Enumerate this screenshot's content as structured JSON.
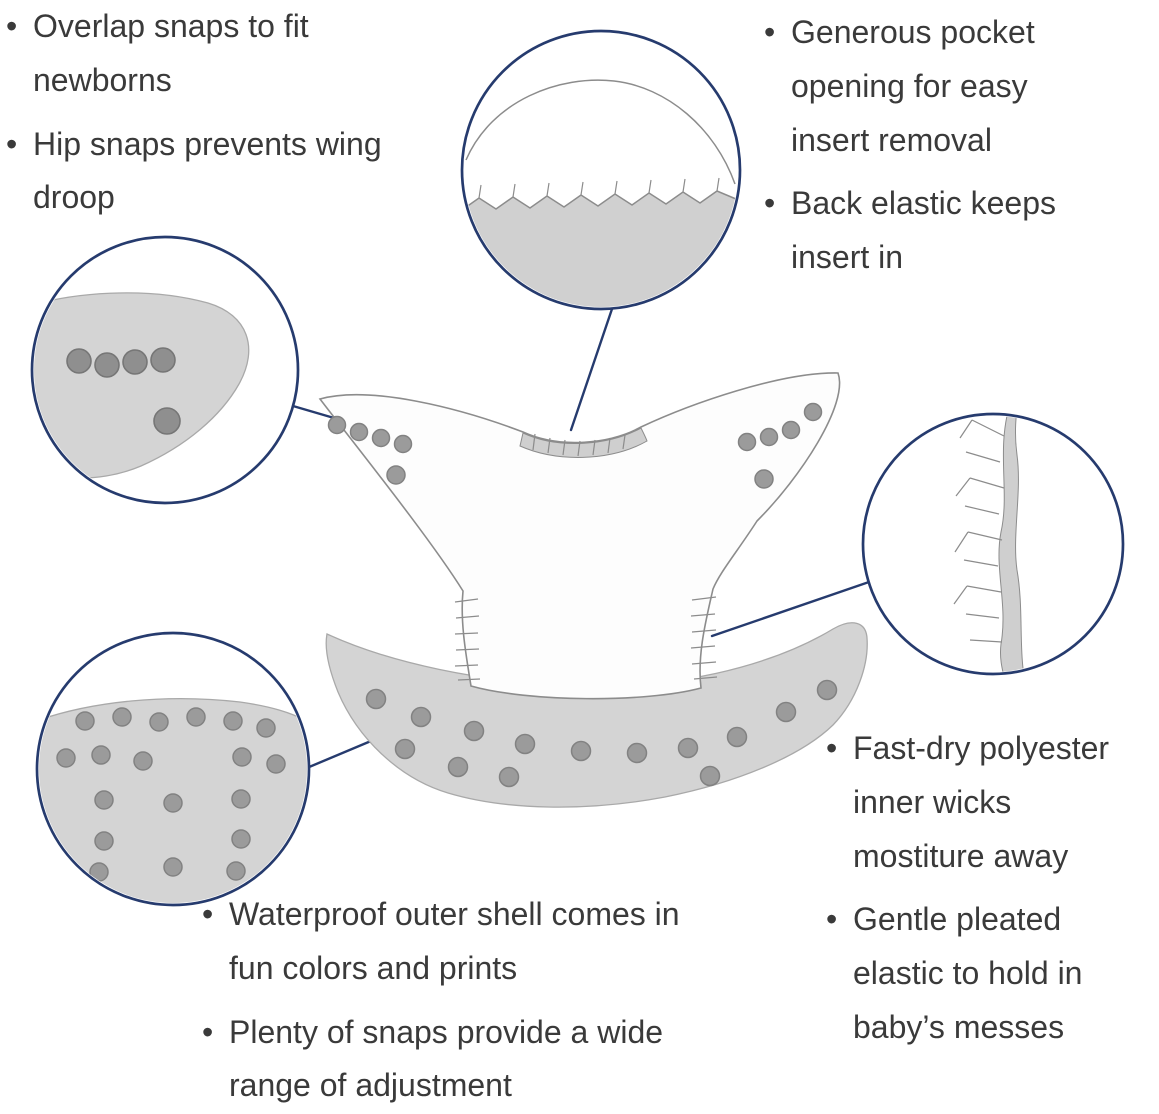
{
  "annotations": {
    "bullet": "•",
    "top_left": {
      "items": [
        "Overlap snaps to fit\nnewborns",
        "Hip snaps prevents wing\ndroop"
      ]
    },
    "top_right": {
      "items": [
        "Generous pocket\nopening for easy\ninsert removal",
        "Back elastic keeps\ninsert in"
      ]
    },
    "right_lower": {
      "items": [
        "Fast-dry polyester\ninner wicks\nmostiture away",
        "Gentle pleated\nelastic to hold in\nbaby’s messes"
      ]
    },
    "bottom_center": {
      "items": [
        "Waterproof outer shell comes in\nfun colors and prints",
        "Plenty of snaps provide a wide\nrange of adjustment"
      ]
    }
  },
  "figures": {
    "callouts": [
      {
        "name": "pocket-opening-detail"
      },
      {
        "name": "hip-snaps-detail"
      },
      {
        "name": "pleated-elastic-detail"
      },
      {
        "name": "snap-panel-detail"
      }
    ]
  },
  "colors": {
    "callout_navy": "#263b6e",
    "sketch_gray": "#8c8c8c",
    "fill_gray": "#d4d4d4",
    "snap_gray": "#9b9b9b",
    "text": "#3a3a3a"
  }
}
